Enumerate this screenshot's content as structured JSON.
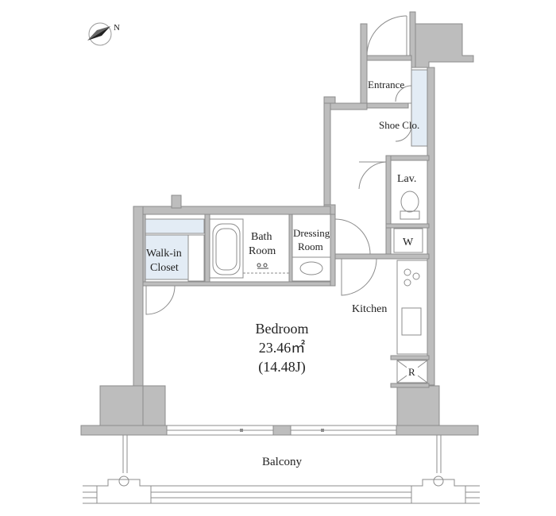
{
  "compass": {
    "label": "N",
    "icon": "north-arrow-icon"
  },
  "rooms": {
    "entrance": "Entrance",
    "shoe_closet": "Shoe Clo.",
    "lavatory": "Lav.",
    "washer": "W",
    "bath_line1": "Bath",
    "bath_line2": "Room",
    "dressing_line1": "Dressing",
    "dressing_line2": "Room",
    "walkin_line1": "Walk-in",
    "walkin_line2": "Closet",
    "kitchen": "Kitchen",
    "bedroom": "Bedroom",
    "bedroom_area": "23.46㎡",
    "bedroom_jo": "(14.48J)",
    "refrigerator": "R",
    "balcony": "Balcony"
  },
  "colors": {
    "wall": "#bdbdbd",
    "wall_outline": "#8c8c8c",
    "closet_fill": "#e3ecf5",
    "text": "#222222"
  }
}
